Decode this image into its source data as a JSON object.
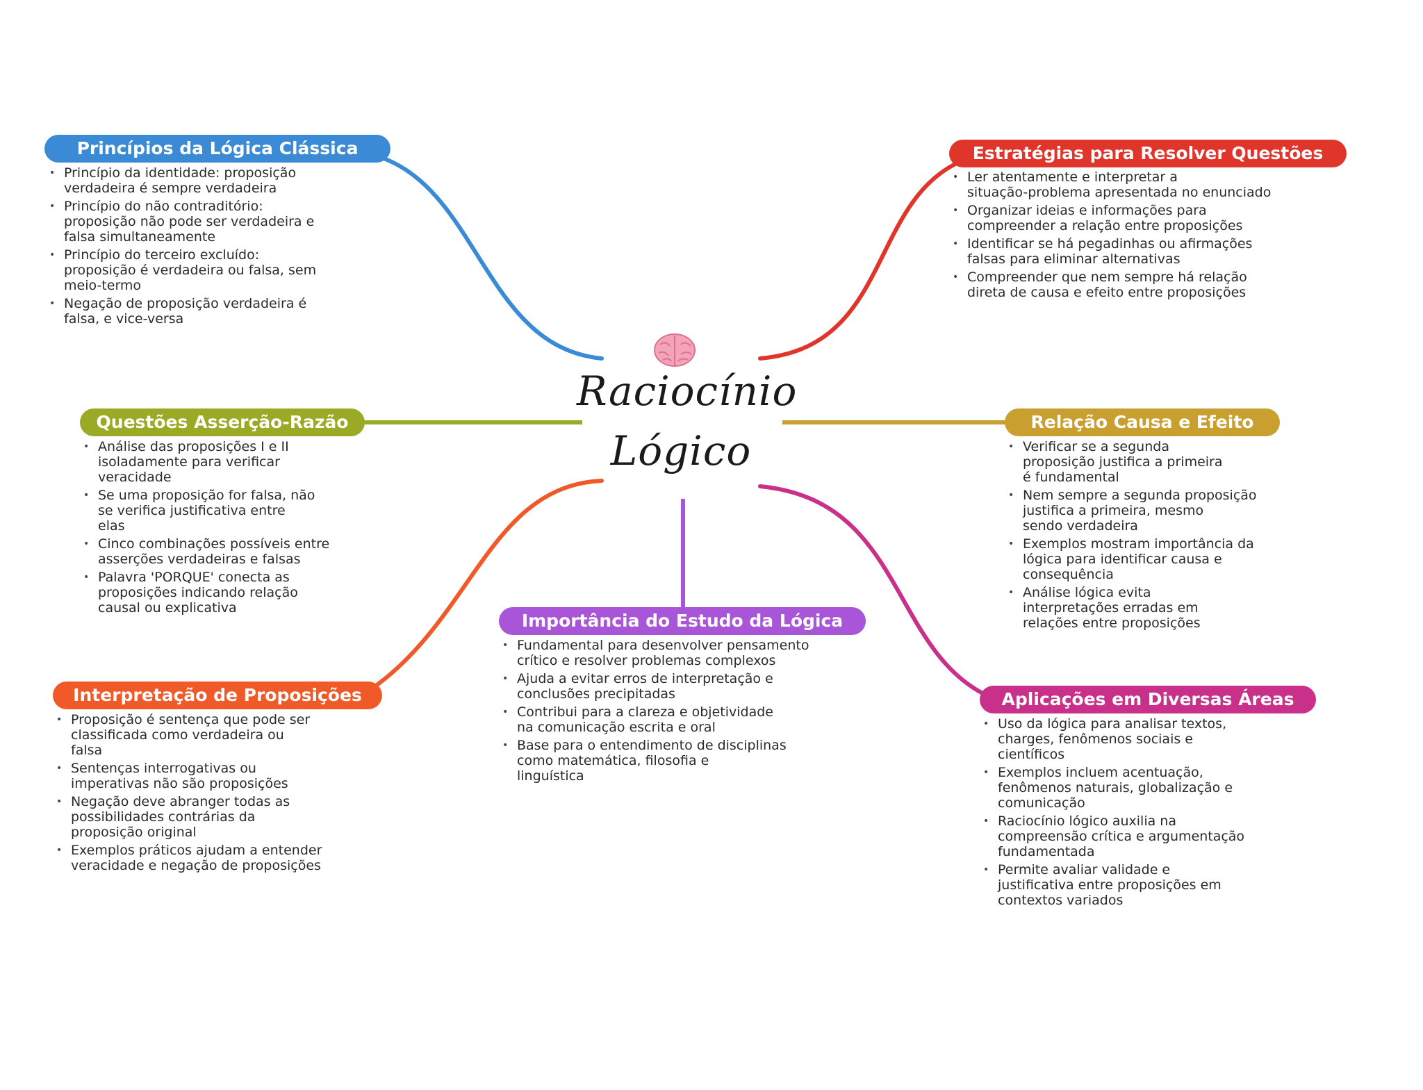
{
  "center": {
    "line1": "Raciocínio",
    "line2": "Lógico",
    "icon": "brain-icon"
  },
  "colors": {
    "principios": "#3a8ad6",
    "estrategias": "#e0352a",
    "questoes": "#9aaa24",
    "relacao": "#c9a030",
    "interpretacao": "#f05a28",
    "importancia": "#a855d8",
    "aplicacoes": "#c8308a"
  },
  "principios": {
    "title": "Princípios da Lógica Clássica",
    "items": [
      "Princípio da identidade: proposição\nverdadeira é sempre verdadeira",
      "Princípio do não contraditório:\nproposição não pode ser verdadeira e\nfalsa simultaneamente",
      "Princípio do terceiro excluído:\nproposição é verdadeira ou falsa, sem\nmeio-termo",
      "Negação de proposição verdadeira é\nfalsa, e vice-versa"
    ]
  },
  "estrategias": {
    "title": "Estratégias para Resolver Questões",
    "items": [
      "Ler atentamente e interpretar a\nsituação-problema apresentada no enunciado",
      "Organizar ideias e informações para\ncompreender a relação entre proposições",
      "Identificar se há pegadinhas ou afirmações\nfalsas para eliminar alternativas",
      "Compreender que nem sempre há relação\ndireta de causa e efeito entre proposições"
    ]
  },
  "questoes": {
    "title": "Questões Asserção-Razão",
    "items": [
      "Análise das proposições I e II\nisoladamente para verificar\nveracidade",
      "Se uma proposição for falsa, não\nse verifica justificativa entre\nelas",
      "Cinco combinações possíveis entre\nasserções verdadeiras e falsas",
      "Palavra 'PORQUE' conecta as\nproposições indicando relação\ncausal ou explicativa"
    ]
  },
  "relacao": {
    "title": "Relação Causa e Efeito",
    "items": [
      "Verificar se a segunda\nproposição justifica a primeira\né fundamental",
      "Nem sempre a segunda proposição\njustifica a primeira, mesmo\nsendo verdadeira",
      "Exemplos mostram importância da\nlógica para identificar causa e\nconsequência",
      "Análise lógica evita\ninterpretações erradas em\nrelações entre proposições"
    ]
  },
  "interpretacao": {
    "title": "Interpretação de Proposições",
    "items": [
      "Proposição é sentença que pode ser\nclassificada como verdadeira ou\nfalsa",
      "Sentenças interrogativas ou\nimperativas não são proposições",
      "Negação deve abranger todas as\npossibilidades contrárias da\nproposição original",
      "Exemplos práticos ajudam a entender\nveracidade e negação de proposições"
    ]
  },
  "importancia": {
    "title": "Importância do Estudo da Lógica",
    "items": [
      "Fundamental para desenvolver pensamento\ncrítico e resolver problemas complexos",
      "Ajuda a evitar erros de interpretação e\nconclusões precipitadas",
      "Contribui para a clareza e objetividade\nna comunicação escrita e oral",
      "Base para o entendimento de disciplinas\ncomo matemática, filosofia e\nlinguística"
    ]
  },
  "aplicacoes": {
    "title": "Aplicações em Diversas Áreas",
    "items": [
      "Uso da lógica para analisar textos,\ncharges, fenômenos sociais e\ncientíficos",
      "Exemplos incluem acentuação,\nfenômenos naturais, globalização e\ncomunicação",
      "Raciocínio lógico auxilia na\ncompreensão crítica e argumentação\nfundamentada",
      "Permite avaliar validade e\njustificativa entre proposições em\ncontextos variados"
    ]
  }
}
